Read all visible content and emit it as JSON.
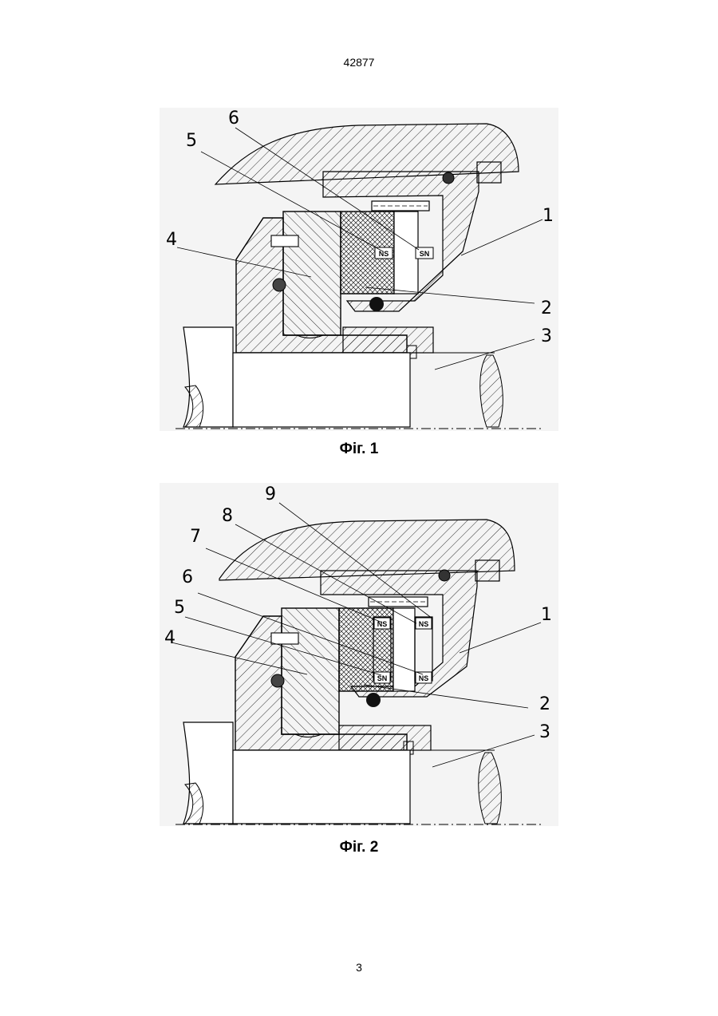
{
  "page": {
    "doc_number": "42877",
    "page_number": "3"
  },
  "figures": [
    {
      "caption": "Фіг. 1",
      "callouts": [
        "6",
        "5",
        "4",
        "1",
        "2",
        "3"
      ],
      "magnet_marks": [
        "NS",
        "SN"
      ]
    },
    {
      "caption": "Фіг. 2",
      "callouts": [
        "9",
        "8",
        "7",
        "6",
        "5",
        "4",
        "1",
        "2",
        "3"
      ],
      "magnet_marks": [
        "NS",
        "NS",
        "SN",
        "NS"
      ]
    }
  ],
  "colors": {
    "ink": "#000000",
    "paper": "#ffffff",
    "scan_tint": "#f4f4f4"
  }
}
